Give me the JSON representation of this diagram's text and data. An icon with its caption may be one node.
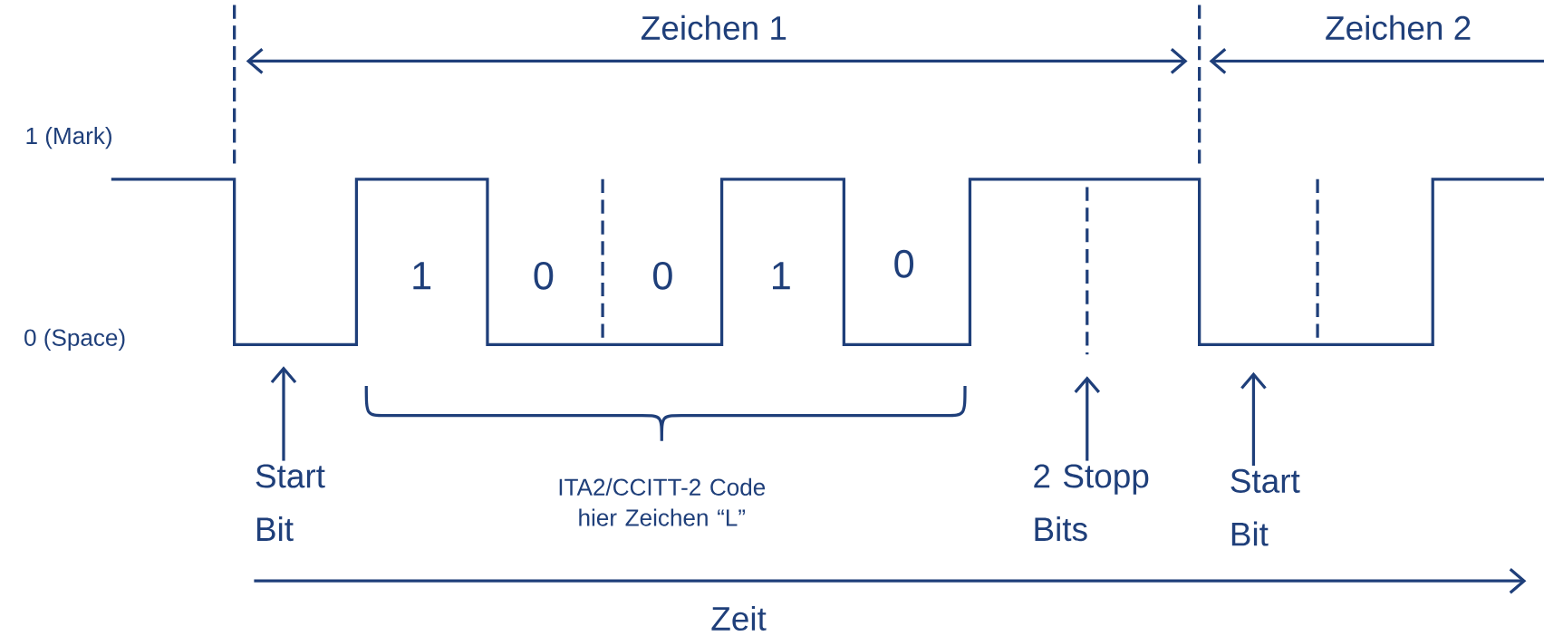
{
  "diagram": {
    "nodes": [
      {
        "text": [
          "Start Bit"
        ]
      },
      {
        "text": [
          "2 Stopp Bits"
        ]
      },
      {
        "text": [
          "Start Bit"
        ]
      }
    ],
    "edges": [
      {
        "from": 0,
        "to": null,
        "arrow": "to"
      },
      {
        "from": 1,
        "to": null,
        "arrow": "to"
      },
      {
        "from": 2,
        "to": null,
        "arrow": "to"
      }
    ],
    "labels": [
      "Zeichen 1",
      "Zeichen 2",
      "1 (Mark)",
      "0 (Space)",
      "1",
      "0",
      "0",
      "1",
      "0",
      "ITA2/CCITT-2 Code hier Zeichen “L”",
      "Zeit"
    ]
  }
}
